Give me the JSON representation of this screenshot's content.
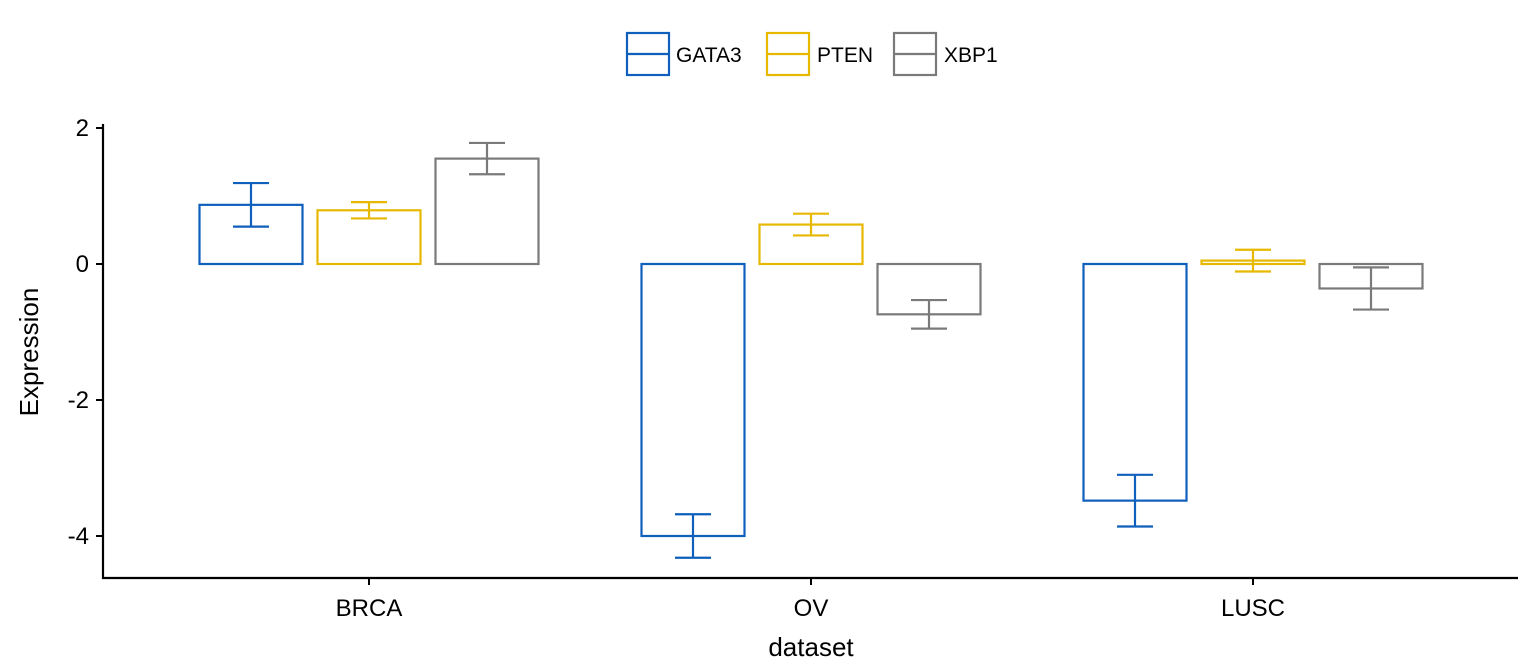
{
  "chart_data": {
    "type": "bar",
    "categories": [
      "BRCA",
      "OV",
      "LUSC"
    ],
    "series": [
      {
        "name": "GATA3",
        "color": "#0F5FBD",
        "values": [
          0.87,
          -4.0,
          -3.48
        ],
        "error_low": [
          0.55,
          -4.32,
          -3.86
        ],
        "error_high": [
          1.19,
          -3.68,
          -3.1
        ]
      },
      {
        "name": "PTEN",
        "color": "#E7B800",
        "values": [
          0.79,
          0.58,
          0.05
        ],
        "error_low": [
          0.67,
          0.42,
          -0.11
        ],
        "error_high": [
          0.91,
          0.74,
          0.21
        ]
      },
      {
        "name": "XBP1",
        "color": "#7A7A7A",
        "values": [
          1.55,
          -0.74,
          -0.36
        ],
        "error_low": [
          1.32,
          -0.95,
          -0.67
        ],
        "error_high": [
          1.78,
          -0.53,
          -0.05
        ]
      }
    ],
    "xlabel": "dataset",
    "ylabel": "Expression",
    "ylim": [
      -4.6,
      2.05
    ],
    "yticks": [
      2,
      0,
      -2,
      -4
    ],
    "ytick_labels": [
      "2",
      "0",
      "-2",
      "-4"
    ],
    "grid": false,
    "legend_position": "top-center"
  }
}
